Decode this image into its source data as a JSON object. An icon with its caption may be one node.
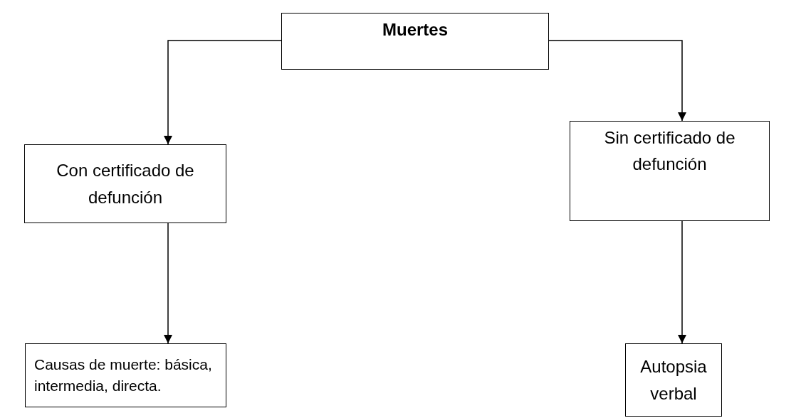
{
  "diagram": {
    "nodes": [
      {
        "text": [
          "Muertes"
        ]
      },
      {
        "text": [
          "Con certificado de defunción"
        ]
      },
      {
        "text": [
          "Sin certificado de defunción"
        ]
      },
      {
        "text": [
          "Causas de muerte: básica, intermedia, directa."
        ]
      },
      {
        "text": [
          "Autopsia verbal"
        ]
      }
    ],
    "edges": [
      {
        "from": 0,
        "to": 1,
        "arrow": "to"
      },
      {
        "from": 0,
        "to": 2,
        "arrow": "to"
      },
      {
        "from": 1,
        "to": 3,
        "arrow": "to"
      },
      {
        "from": 2,
        "to": 4,
        "arrow": "to"
      }
    ]
  }
}
